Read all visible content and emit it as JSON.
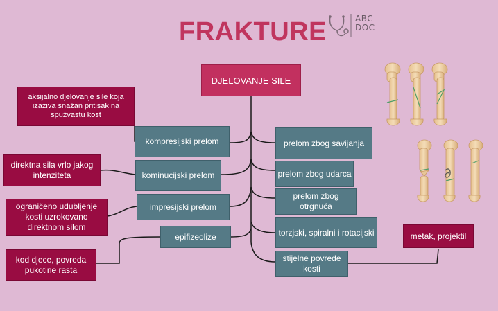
{
  "title": "FRAKTURE",
  "logo": {
    "line1": "ABC",
    "line2": "DOC",
    "icon": "stethoscope-icon"
  },
  "root": "DJELOVANJE SILE",
  "left_types": [
    "kompresijski prelom",
    "kominucijski prelom",
    "impresijski prelom",
    "epifizeolize"
  ],
  "left_notes": [
    "aksijalno djelovanje sile koja izaziva snažan pritisak na spužvastu kost",
    "direktna sila vrlo jakog intenziteta",
    "ograničeno udubljenje kosti uzrokovano direktnom silom",
    "kod djece, povreda pukotine rasta"
  ],
  "right_types": [
    "prelom zbog savijanja",
    "prelom zbog udarca",
    "prelom zbog otrgnuća",
    "torzjski, spiralni i rotacijski",
    "stijelne povrede kosti"
  ],
  "right_note": "metak, projektil",
  "colors": {
    "background": "#dfb9d4",
    "title": "#c0355e",
    "root_box": "#c2305f",
    "type_box": "#557a86",
    "note_box": "#990c42"
  }
}
